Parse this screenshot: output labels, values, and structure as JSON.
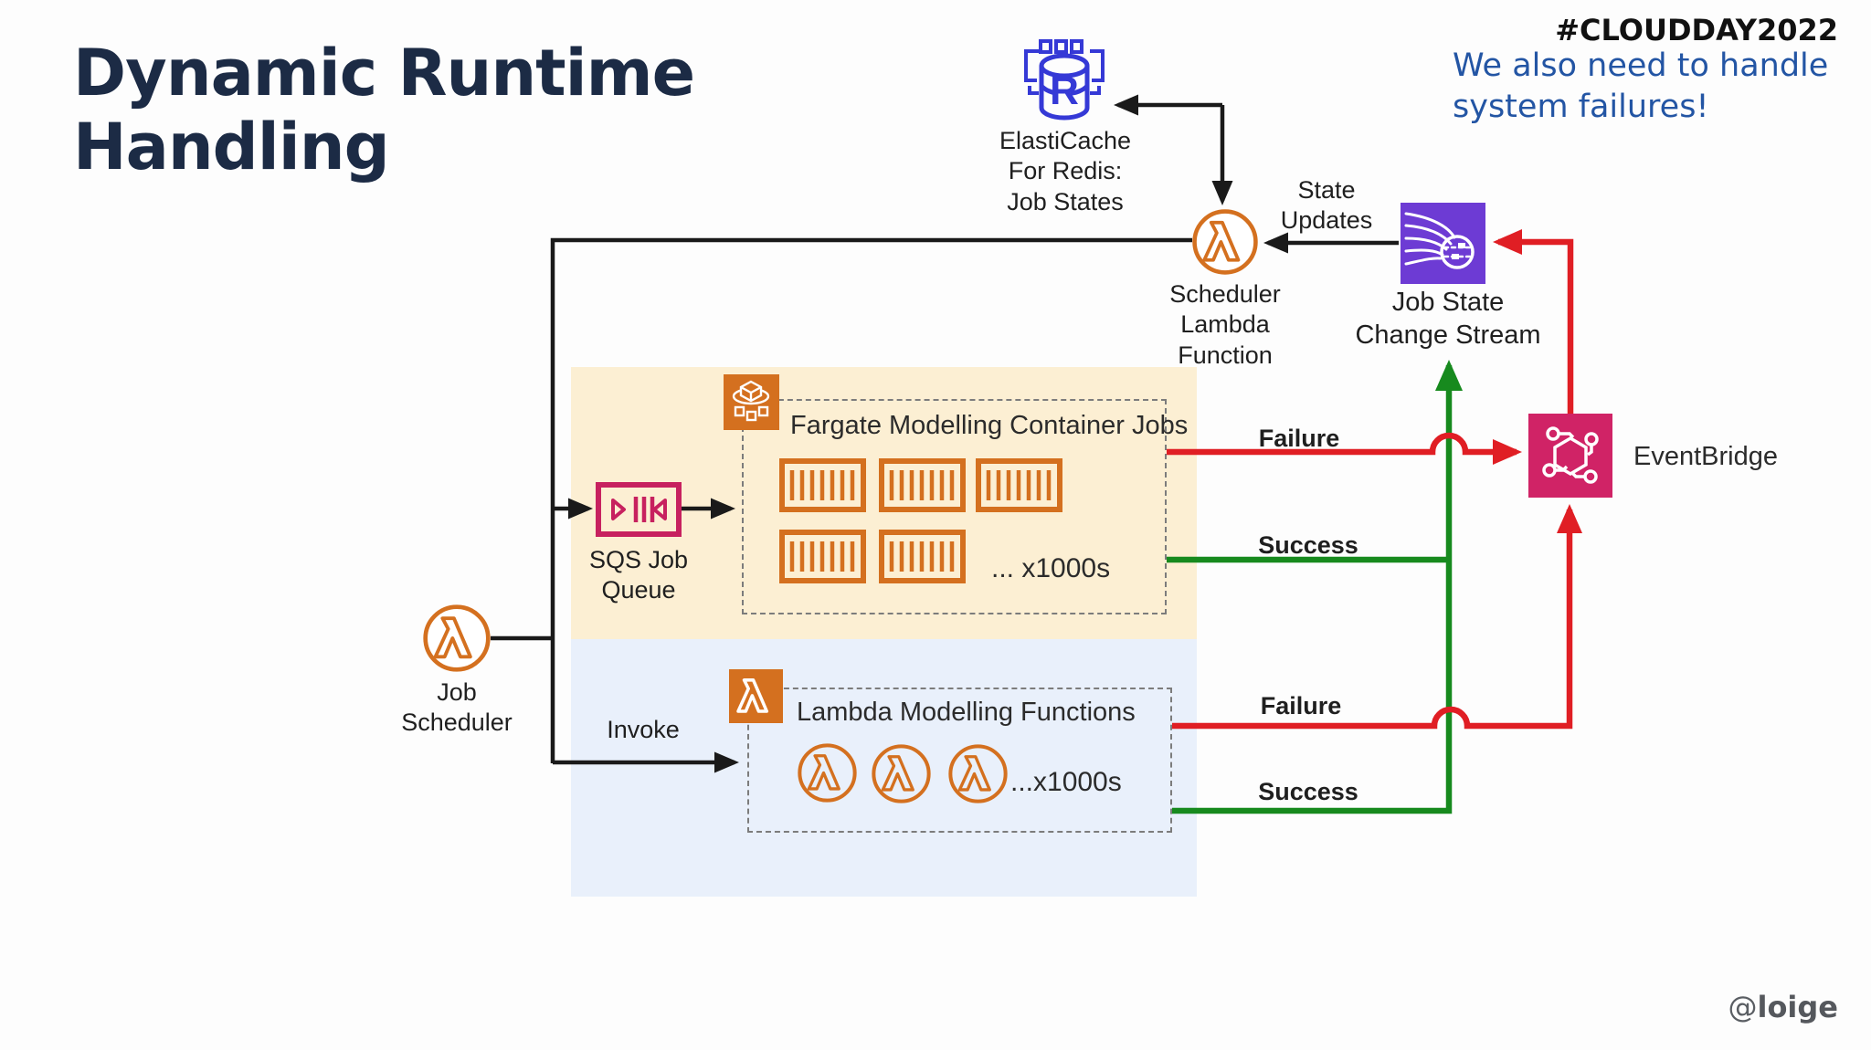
{
  "slide": {
    "title": "Dynamic Runtime\nHandling",
    "hashtag": "#CLOUDDAY2022",
    "note": "We also need to handle\nsystem failures!",
    "handle_at": "@",
    "handle_name": "loige"
  },
  "nodes": {
    "elasticache": {
      "label": "ElastiCache\nFor Redis:\nJob States",
      "letter": "R"
    },
    "scheduler_lambda": {
      "label": "Scheduler\nLambda\nFunction"
    },
    "job_state_stream": {
      "label": "Job State\nChange Stream"
    },
    "eventbridge": {
      "label": "EventBridge"
    },
    "sqs_queue": {
      "label": "SQS Job\nQueue"
    },
    "job_scheduler": {
      "label": "Job\nScheduler"
    },
    "fargate_group": {
      "title": "Fargate Modelling Container Jobs",
      "scale_note": "... x1000s"
    },
    "lambda_group": {
      "title": "Lambda Modelling Functions",
      "scale_note": "...x1000s"
    }
  },
  "edges": {
    "state_updates": "State\nUpdates",
    "invoke": "Invoke",
    "fargate_failure": "Failure",
    "fargate_success": "Success",
    "lambda_failure": "Failure",
    "lambda_success": "Success"
  },
  "colors": {
    "title_navy": "#1c2b45",
    "note_blue": "#2355a4",
    "aws_orange": "#d4701f",
    "sqs_pink": "#c7215f",
    "eventbridge_pink": "#d02366",
    "stream_purple": "#6d3bd4",
    "elasticache_blue": "#3539d6",
    "failure_red": "#e01e24",
    "success_green": "#178a1e",
    "fargate_bg": "#fcefd3",
    "lambda_bg": "#e9f0fb"
  }
}
